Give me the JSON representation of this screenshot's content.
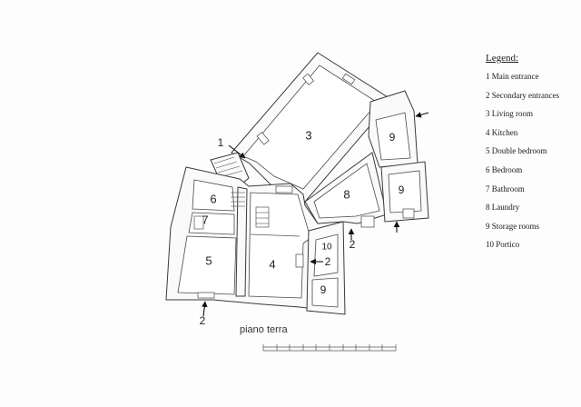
{
  "legend": {
    "title": "Legend:",
    "items": [
      "1 Main entrance",
      "2 Secondary entrances",
      "3 Living room",
      "4 Kitchen",
      "5 Double bedroom",
      "6 Bedroom",
      "7 Bathroom",
      "8 Laundry",
      "9 Storage rooms",
      "10 Portico"
    ]
  },
  "plan": {
    "title": "piano terra",
    "room_labels": {
      "living": "3",
      "kitchen": "4",
      "double_bedroom": "5",
      "bedroom": "6",
      "bathroom": "7",
      "laundry": "8",
      "storage_top": "9",
      "storage_right": "9",
      "storage_bottom": "9",
      "portico": "10"
    },
    "entrance_labels": {
      "main": "1",
      "bottom": "2",
      "portico": "2",
      "middle": "2"
    }
  }
}
